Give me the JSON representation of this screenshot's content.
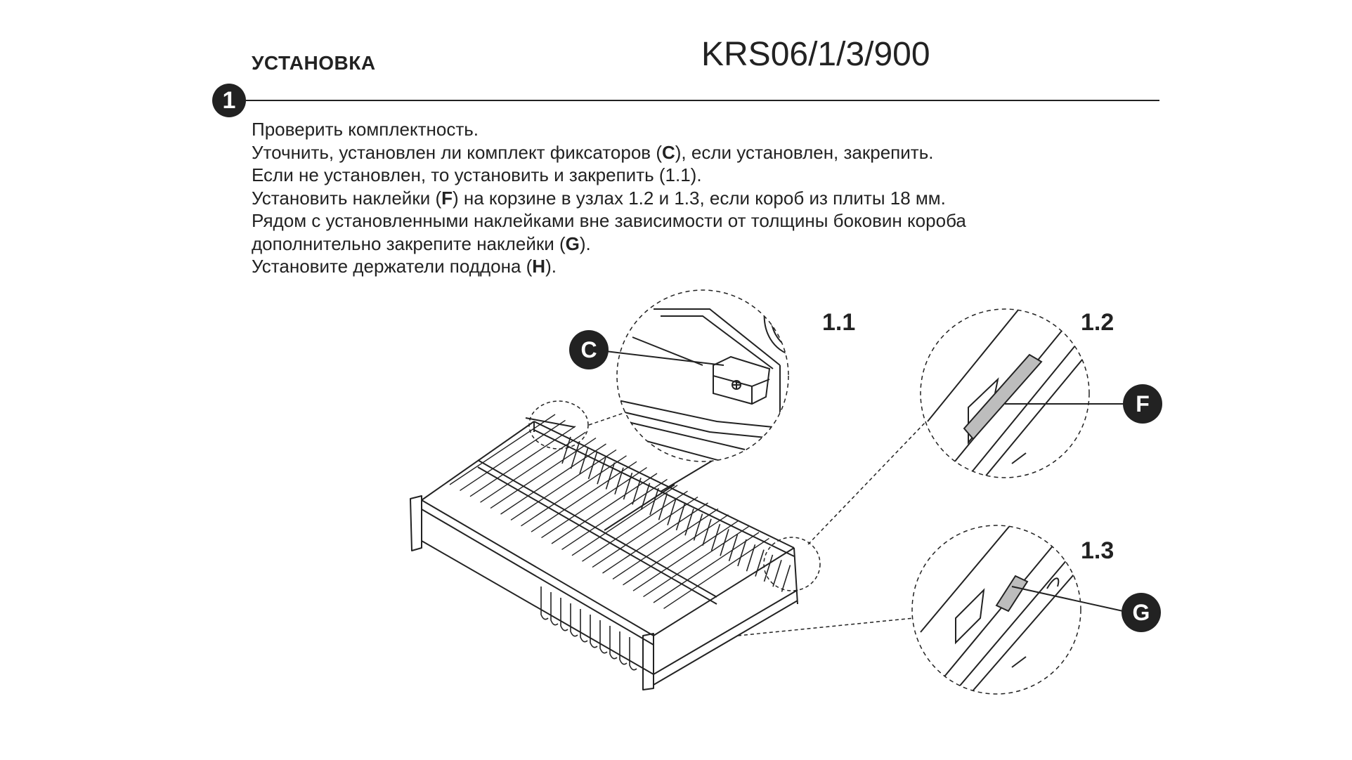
{
  "header": {
    "section_title": "УСТАНОВКА",
    "model_code": "KRS06/1/3/900",
    "step_number": "1"
  },
  "instructions": [
    {
      "segments": [
        {
          "text": "Проверить комплектность.",
          "bold": false
        }
      ]
    },
    {
      "segments": [
        {
          "text": "Уточнить, установлен ли комплект фиксаторов (",
          "bold": false
        },
        {
          "text": "C",
          "bold": true
        },
        {
          "text": "), если установлен, закрепить.",
          "bold": false
        }
      ]
    },
    {
      "segments": [
        {
          "text": "Если не установлен, то установить и закрепить (1.1).",
          "bold": false
        }
      ]
    },
    {
      "segments": [
        {
          "text": "Установить наклейки (",
          "bold": false
        },
        {
          "text": "F",
          "bold": true
        },
        {
          "text": ") на корзине в узлах 1.2 и 1.3, если короб из плиты 18 мм.",
          "bold": false
        }
      ]
    },
    {
      "segments": [
        {
          "text": "Рядом с установленными наклейками вне зависимости от толщины боковин короба",
          "bold": false
        }
      ]
    },
    {
      "segments": [
        {
          "text": "дополнительно закрепите наклейки (",
          "bold": false
        },
        {
          "text": "G",
          "bold": true
        },
        {
          "text": ").",
          "bold": false
        }
      ]
    },
    {
      "segments": [
        {
          "text": "Установите держатели поддона (",
          "bold": false
        },
        {
          "text": "H",
          "bold": true
        },
        {
          "text": ").",
          "bold": false
        }
      ]
    }
  ],
  "figure": {
    "detail_labels": {
      "d11": "1.1",
      "d12": "1.2",
      "d13": "1.3"
    },
    "callouts": {
      "c": "C",
      "f": "F",
      "g": "G"
    },
    "colors": {
      "ink": "#222222",
      "sticker": "#bdbdbd",
      "paper": "#ffffff"
    }
  }
}
